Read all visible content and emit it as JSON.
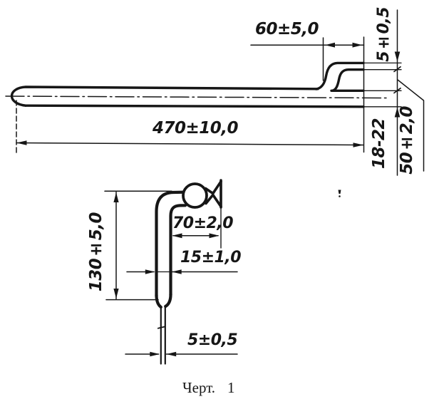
{
  "drawing": {
    "ink_color": "#161616",
    "paper_color": "#ffffff",
    "caption": {
      "word": "Черт.",
      "number": "1"
    },
    "overview": {
      "hook_length": "60±5,0",
      "side_tube_diameter": "5±0,5",
      "overall_length": "470±10,0",
      "tube_diameter_range": "18-22",
      "side_tube_offset": "50±2,0"
    },
    "detail": {
      "riser_height": "130±5,0",
      "top_arm_length": "70±2,0",
      "tube_diameter": "15±1,0",
      "tip_diameter": "5±0,5"
    }
  }
}
